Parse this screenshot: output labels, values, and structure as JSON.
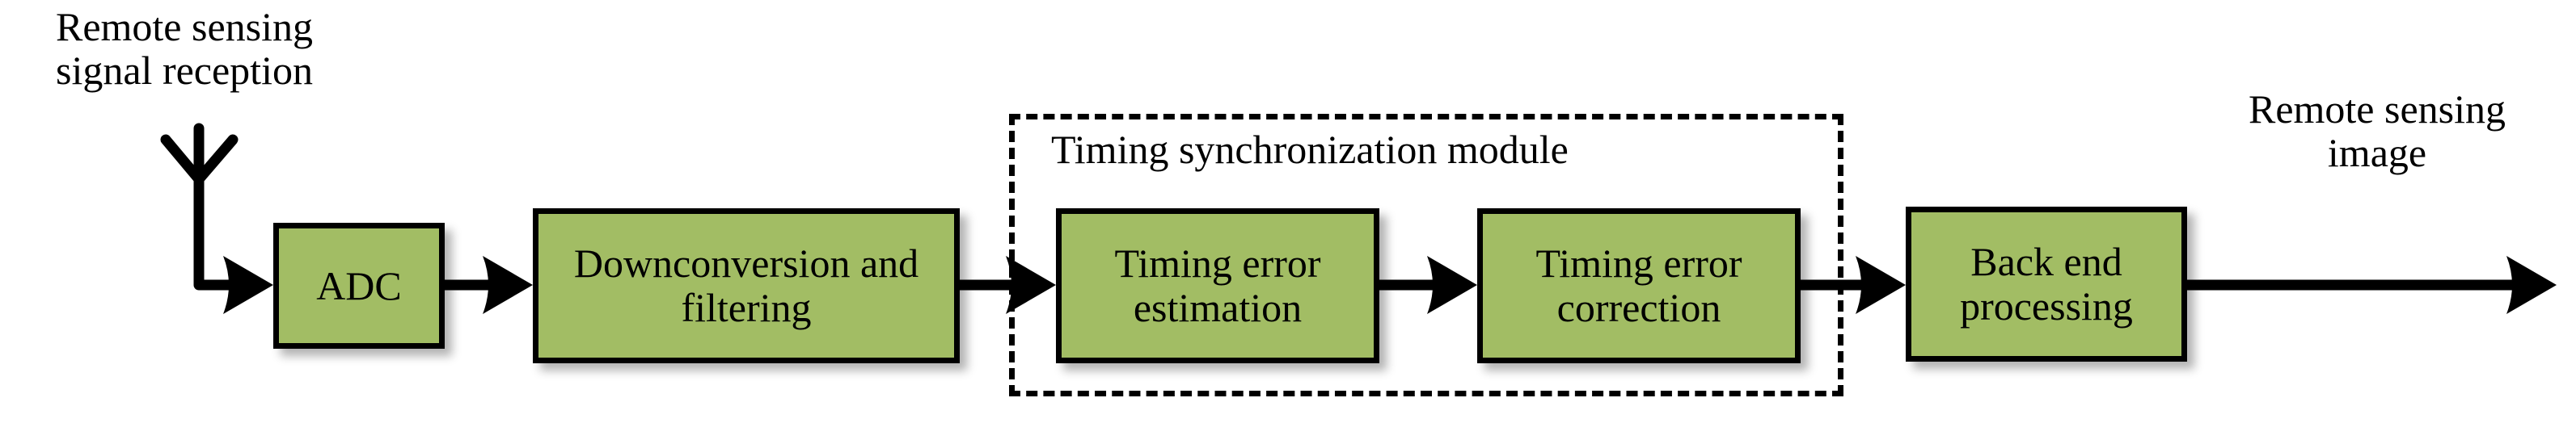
{
  "diagram": {
    "title_input": "Remote sensing\nsignal reception",
    "title_output": "Remote sensing\nimage",
    "module_label": "Timing synchronization module",
    "colors": {
      "block_fill": "#a2bd64",
      "stroke": "#000000",
      "background": "#ffffff"
    },
    "blocks": [
      {
        "id": "adc",
        "label": "ADC"
      },
      {
        "id": "downconv",
        "label": "Downconversion\nand filtering"
      },
      {
        "id": "est",
        "label": "Timing error\nestimation"
      },
      {
        "id": "corr",
        "label": "Timing error\ncorrection"
      },
      {
        "id": "backend",
        "label": "Back end\nprocessing"
      }
    ],
    "icons": {
      "antenna": "antenna-icon",
      "arrow": "arrow-right-icon"
    },
    "flow": [
      "Remote sensing signal reception",
      "ADC",
      "Downconversion and filtering",
      "Timing error estimation",
      "Timing error correction",
      "Back end processing",
      "Remote sensing image"
    ]
  }
}
